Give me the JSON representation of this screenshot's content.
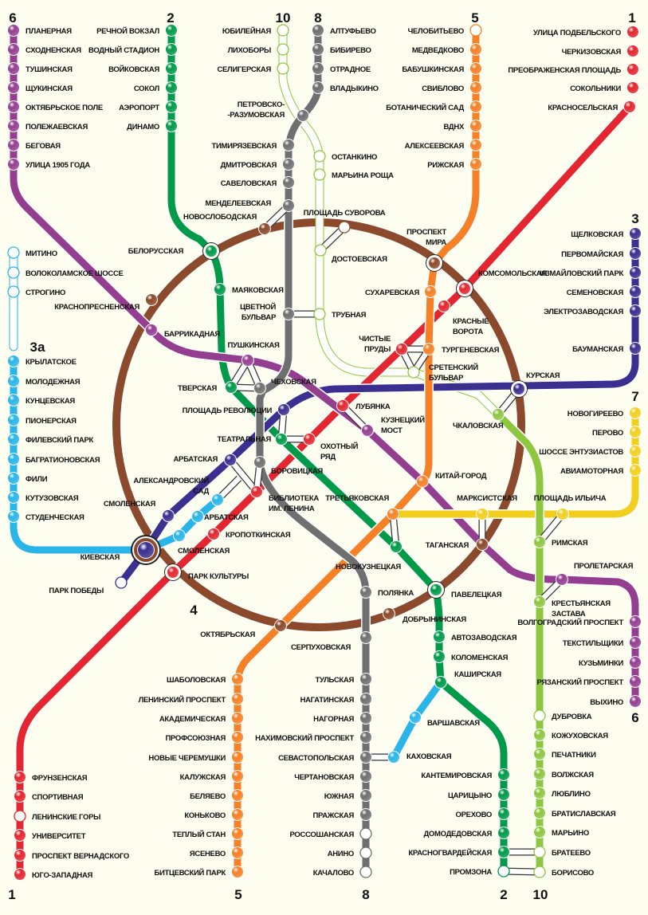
{
  "map": {
    "background": "#fdfdf0",
    "line_labels": [
      "6",
      "2",
      "10",
      "8",
      "5",
      "1",
      "3",
      "3а",
      "7",
      "4",
      "6",
      "1",
      "5",
      "8",
      "2",
      "10"
    ],
    "lines": [
      {
        "id": "1",
        "color": "#e3262f",
        "stations": [
          {
            "name": "УЛИЦА ПОДБЕЛЬСКОГО"
          },
          {
            "name": "ЧЕРКИЗОВСКАЯ"
          },
          {
            "name": "ПРЕОБРАЖЕНСКАЯ ПЛОЩАДЬ"
          },
          {
            "name": "СОКОЛЬНИКИ"
          },
          {
            "name": "КРАСНОСЕЛЬСКАЯ"
          },
          {
            "name": "КОМСОМОЛЬСКАЯ"
          },
          {
            "name": "КРАСНЫЕ\nВОРОТА"
          },
          {
            "name": "ЧИСТЫЕ\nПРУДЫ"
          },
          {
            "name": "ЛУБЯНКА"
          },
          {
            "name": "ОХОТНЫЙ\nРЯД"
          },
          {
            "name": "БИБЛИОТЕКА\nИМ.  ЛЕНИНА"
          },
          {
            "name": "КРОПОТКИНСКАЯ"
          },
          {
            "name": "ПАРК КУЛЬТУРЫ"
          },
          {
            "name": "ФРУНЗЕНСКАЯ"
          },
          {
            "name": "СПОРТИВНАЯ"
          },
          {
            "name": "ЛЕНИНСКИЕ ГОРЫ",
            "hollow": true
          },
          {
            "name": "УНИВЕРСИТЕТ"
          },
          {
            "name": "ПРОСПЕКТ ВЕРНАДСКОГО"
          },
          {
            "name": "ЮГО-ЗАПАДНАЯ"
          }
        ]
      },
      {
        "id": "2",
        "color": "#009a49",
        "stations": [
          {
            "name": "РЕЧНОЙ ВОКЗАЛ"
          },
          {
            "name": "ВОДНЫЙ СТАДИОН"
          },
          {
            "name": "ВОЙКОВСКАЯ"
          },
          {
            "name": "СОКОЛ"
          },
          {
            "name": "АЭРОПОРТ"
          },
          {
            "name": "ДИНАМО"
          },
          {
            "name": "БЕЛОРУССКАЯ"
          },
          {
            "name": "МАЯКОВСКАЯ"
          },
          {
            "name": "ТВЕРСКАЯ"
          },
          {
            "name": "ТЕАТРАЛЬНАЯ"
          },
          {
            "name": "НОВОКУЗНЕЦКАЯ"
          },
          {
            "name": "ПАВЕЛЕЦКАЯ"
          },
          {
            "name": "АВТОЗАВОДСКАЯ"
          },
          {
            "name": "КОЛОМЕНСКАЯ"
          },
          {
            "name": "КАШИРСКАЯ"
          },
          {
            "name": "КАНТЕМИРОВСКАЯ"
          },
          {
            "name": "ЦАРИЦЫНО"
          },
          {
            "name": "ОРЕХОВО"
          },
          {
            "name": "ДОМОДЕДОВСКАЯ"
          },
          {
            "name": "КРАСНОГВАРДЕЙСКАЯ"
          },
          {
            "name": "ПРОМЗОНА",
            "hollow": true
          }
        ]
      },
      {
        "id": "3",
        "color": "#3b2f8f",
        "stations": [
          {
            "name": "ЩЕЛКОВСКАЯ"
          },
          {
            "name": "ПЕРВОМАЙСКАЯ"
          },
          {
            "name": "ИЗМАЙЛОВСКИЙ ПАРК"
          },
          {
            "name": "СЕМЕНОВСКАЯ"
          },
          {
            "name": "ЭЛЕКТРОЗАВОДСКАЯ"
          },
          {
            "name": "БАУМАНСКАЯ"
          },
          {
            "name": "КУРСКАЯ"
          },
          {
            "name": "ПЛОЩАДЬ РЕВОЛЮЦИИ"
          },
          {
            "name": "АРБАТСКАЯ"
          },
          {
            "name": "СМОЛЕНСКАЯ"
          },
          {
            "name": "КИЕВСКАЯ"
          },
          {
            "name": "ПАРК ПОБЕДЫ",
            "hollow": true
          }
        ]
      },
      {
        "id": "4",
        "color": "#29b5e8",
        "stations": [
          {
            "name": "МИТИНО",
            "hollow": true
          },
          {
            "name": "ВОЛОКОЛАМСКОЕ ШОССЕ",
            "hollow": true
          },
          {
            "name": "СТРОГИНО",
            "hollow": true
          },
          {
            "name": "КРЫЛАТСКОЕ"
          },
          {
            "name": "МОЛОДЕЖНАЯ"
          },
          {
            "name": "КУНЦЕВСКАЯ"
          },
          {
            "name": "ПИОНЕРСКАЯ"
          },
          {
            "name": "ФИЛЕВСКИЙ ПАРК"
          },
          {
            "name": "БАГРАТИОНОВСКАЯ"
          },
          {
            "name": "ФИЛИ"
          },
          {
            "name": "КУТУЗОВСКАЯ"
          },
          {
            "name": "СТУДЕНЧЕСКАЯ"
          },
          {
            "name": "СМОЛЕНСКАЯ"
          },
          {
            "name": "АРБАТСКАЯ"
          },
          {
            "name": "АЛЕКСАНДРОВСКИЙ\nСАД"
          }
        ]
      },
      {
        "id": "5",
        "color": "#8b4a2b",
        "stations": [
          {
            "name": "НОВОСЛОБОДСКАЯ"
          },
          {
            "name": "ПЛОЩАДЬ СУВОРОВА",
            "hollow": true
          },
          {
            "name": "ПРОСПЕКТ\nМИРА"
          },
          {
            "name": "КРАСНОПРЕСНЕНСКАЯ"
          },
          {
            "name": "ТАГАНСКАЯ"
          },
          {
            "name": "ДОБРЫНИНСКАЯ"
          },
          {
            "name": "ОКТЯБРЬСКАЯ"
          }
        ]
      },
      {
        "id": "6",
        "color": "#f58025",
        "stations": [
          {
            "name": "ЧЕЛОБИТЬЕВО",
            "hollow": true
          },
          {
            "name": "МЕДВЕДКОВО"
          },
          {
            "name": "БАБУШКИНСКАЯ"
          },
          {
            "name": "СВИБЛОВО"
          },
          {
            "name": "БОТАНИЧЕСКИЙ САД"
          },
          {
            "name": "ВДНХ"
          },
          {
            "name": "АЛЕКСЕЕВСКАЯ"
          },
          {
            "name": "РИЖСКАЯ"
          },
          {
            "name": "СУХАРЕВСКАЯ"
          },
          {
            "name": "ТУРГЕНЕВСКАЯ"
          },
          {
            "name": "КИТАЙ-ГОРОД"
          },
          {
            "name": "ТРЕТЬЯКОВСКАЯ"
          },
          {
            "name": "ШАБОЛОВСКАЯ"
          },
          {
            "name": "ЛЕНИНСКИЙ ПРОСПЕКТ"
          },
          {
            "name": "АКАДЕМИЧЕСКАЯ"
          },
          {
            "name": "ПРОФСОЮЗНАЯ"
          },
          {
            "name": "НОВЫЕ ЧЕРЕМУШКИ"
          },
          {
            "name": "КАЛУЖСКАЯ"
          },
          {
            "name": "БЕЛЯЕВО"
          },
          {
            "name": "КОНЬКОВО"
          },
          {
            "name": "ТЕПЛЫЙ СТАН"
          },
          {
            "name": "ЯСЕНЕВО"
          },
          {
            "name": "БИТЦЕВСКИЙ ПАРК"
          }
        ]
      },
      {
        "id": "7",
        "color": "#943e90",
        "stations": [
          {
            "name": "ПЛАНЕРНАЯ"
          },
          {
            "name": "СХОДНЕНСКАЯ"
          },
          {
            "name": "ТУШИНСКАЯ"
          },
          {
            "name": "ЩУКИНСКАЯ"
          },
          {
            "name": "ОКТЯБРЬСКОЕ ПОЛЕ"
          },
          {
            "name": "ПОЛЕЖАЕВСКАЯ"
          },
          {
            "name": "БЕГОВАЯ"
          },
          {
            "name": "УЛИЦА 1905 ГОДА"
          },
          {
            "name": "БАРРИКАДНАЯ"
          },
          {
            "name": "ПУШКИНСКАЯ"
          },
          {
            "name": "КУЗНЕЦКИЙ\nМОСТ"
          },
          {
            "name": "ПРОЛЕТАРСКАЯ"
          },
          {
            "name": "ВОЛГОГРАДСКИЙ ПРОСПЕКТ"
          },
          {
            "name": "ТЕКСТИЛЬЩИКИ"
          },
          {
            "name": "КУЗЬМИНКИ"
          },
          {
            "name": "РЯЗАНСКИЙ ПРОСПЕКТ"
          },
          {
            "name": "ВЫХИНО"
          }
        ]
      },
      {
        "id": "8",
        "color": "#f2cf1d",
        "stations": [
          {
            "name": "НОВОГИРЕЕВО"
          },
          {
            "name": "ПЕРОВО"
          },
          {
            "name": "ШОССЕ ЭНТУЗИАСТОВ"
          },
          {
            "name": "АВИАМОТОРНАЯ"
          },
          {
            "name": "ПЛОЩАДЬ ИЛЬИЧА"
          },
          {
            "name": "МАРКСИСТСКАЯ"
          }
        ]
      },
      {
        "id": "9",
        "color": "#6f6f6f",
        "stations": [
          {
            "name": "АЛТУФЬЕВО"
          },
          {
            "name": "БИБИРЕВО"
          },
          {
            "name": "ОТРАДНОЕ"
          },
          {
            "name": "ВЛАДЫКИНО"
          },
          {
            "name": "ПЕТРОВСКО-\n-РАЗУМОВСКАЯ"
          },
          {
            "name": "ТИМИРЯЗЕВСКАЯ"
          },
          {
            "name": "ДМИТРОВСКАЯ"
          },
          {
            "name": "САВЕЛОВСКАЯ"
          },
          {
            "name": "МЕНДЕЛЕЕВСКАЯ"
          },
          {
            "name": "ЦВЕТНОЙ\nБУЛЬВАР"
          },
          {
            "name": "ЧЕХОВСКАЯ"
          },
          {
            "name": "БОРОВИЦКАЯ"
          },
          {
            "name": "ПОЛЯНКА"
          },
          {
            "name": "СЕРПУХОВСКАЯ"
          },
          {
            "name": "ТУЛЬСКАЯ"
          },
          {
            "name": "НАГАТИНСКАЯ"
          },
          {
            "name": "НАГОРНАЯ"
          },
          {
            "name": "НАХИМОВСКИЙ ПРОСПЕКТ"
          },
          {
            "name": "СЕВАСТОПОЛЬСКАЯ"
          },
          {
            "name": "ЧЕРТАНОВСКАЯ"
          },
          {
            "name": "ЮЖНАЯ"
          },
          {
            "name": "ПРАЖСКАЯ"
          },
          {
            "name": "РОССОШАНСКАЯ",
            "hollow": true
          },
          {
            "name": "АНИНО",
            "hollow": true
          },
          {
            "name": "КАЧАЛОВО",
            "hollow": true
          }
        ]
      },
      {
        "id": "10",
        "color": "#8dc63f",
        "stations": [
          {
            "name": "ЮБИЛЕЙНАЯ",
            "hollow": true
          },
          {
            "name": "ЛИХОБОРЫ",
            "hollow": true
          },
          {
            "name": "СЕЛИГЕРСКАЯ",
            "hollow": true
          },
          {
            "name": "ОСТАНКИНО",
            "hollow": true
          },
          {
            "name": "МАРЬИНА РОЩА",
            "hollow": true
          },
          {
            "name": "ДОСТОЕВСКАЯ",
            "hollow": true
          },
          {
            "name": "ТРУБНАЯ",
            "hollow": true
          },
          {
            "name": "СРЕТЕНСКИЙ\nБУЛЬВАР",
            "hollow": true
          },
          {
            "name": "ЧКАЛОВСКАЯ"
          },
          {
            "name": "РИМСКАЯ"
          },
          {
            "name": "КРЕСТЬЯНСКАЯ\nЗАСТАВА"
          },
          {
            "name": "ДУБРОВКА",
            "hollow": true
          },
          {
            "name": "КОЖУХОВСКАЯ"
          },
          {
            "name": "ПЕЧАТНИКИ"
          },
          {
            "name": "ВОЛЖСКАЯ"
          },
          {
            "name": "ЛЮБЛИНО"
          },
          {
            "name": "БРАТИСЛАВСКАЯ"
          },
          {
            "name": "МАРЬИНО"
          },
          {
            "name": "БРАТЕЕВО",
            "hollow": true
          },
          {
            "name": "БОРИСОВО",
            "hollow": true
          }
        ]
      },
      {
        "id": "11",
        "color": "#29b5e8",
        "stations": [
          {
            "name": "ВАРШАВСКАЯ"
          },
          {
            "name": "КАХОВСКАЯ"
          }
        ]
      }
    ]
  }
}
